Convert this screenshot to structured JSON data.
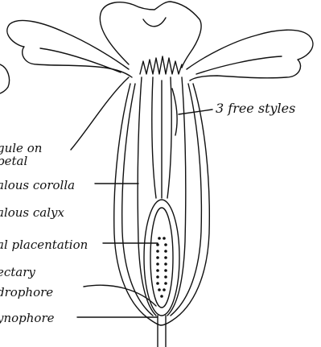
{
  "labels": {
    "free_styles": "3 free styles",
    "ligule_line1": "gule on",
    "ligule_line2": "petal",
    "corolla": "alous corolla",
    "calyx": "alous calyx",
    "placentation": "al placentation",
    "nectary_line1": "ectary",
    "nectary_line2": "drophore",
    "gynophore": "ynophore"
  },
  "colors": {
    "ink": "#111111",
    "background": "#ffffff"
  }
}
